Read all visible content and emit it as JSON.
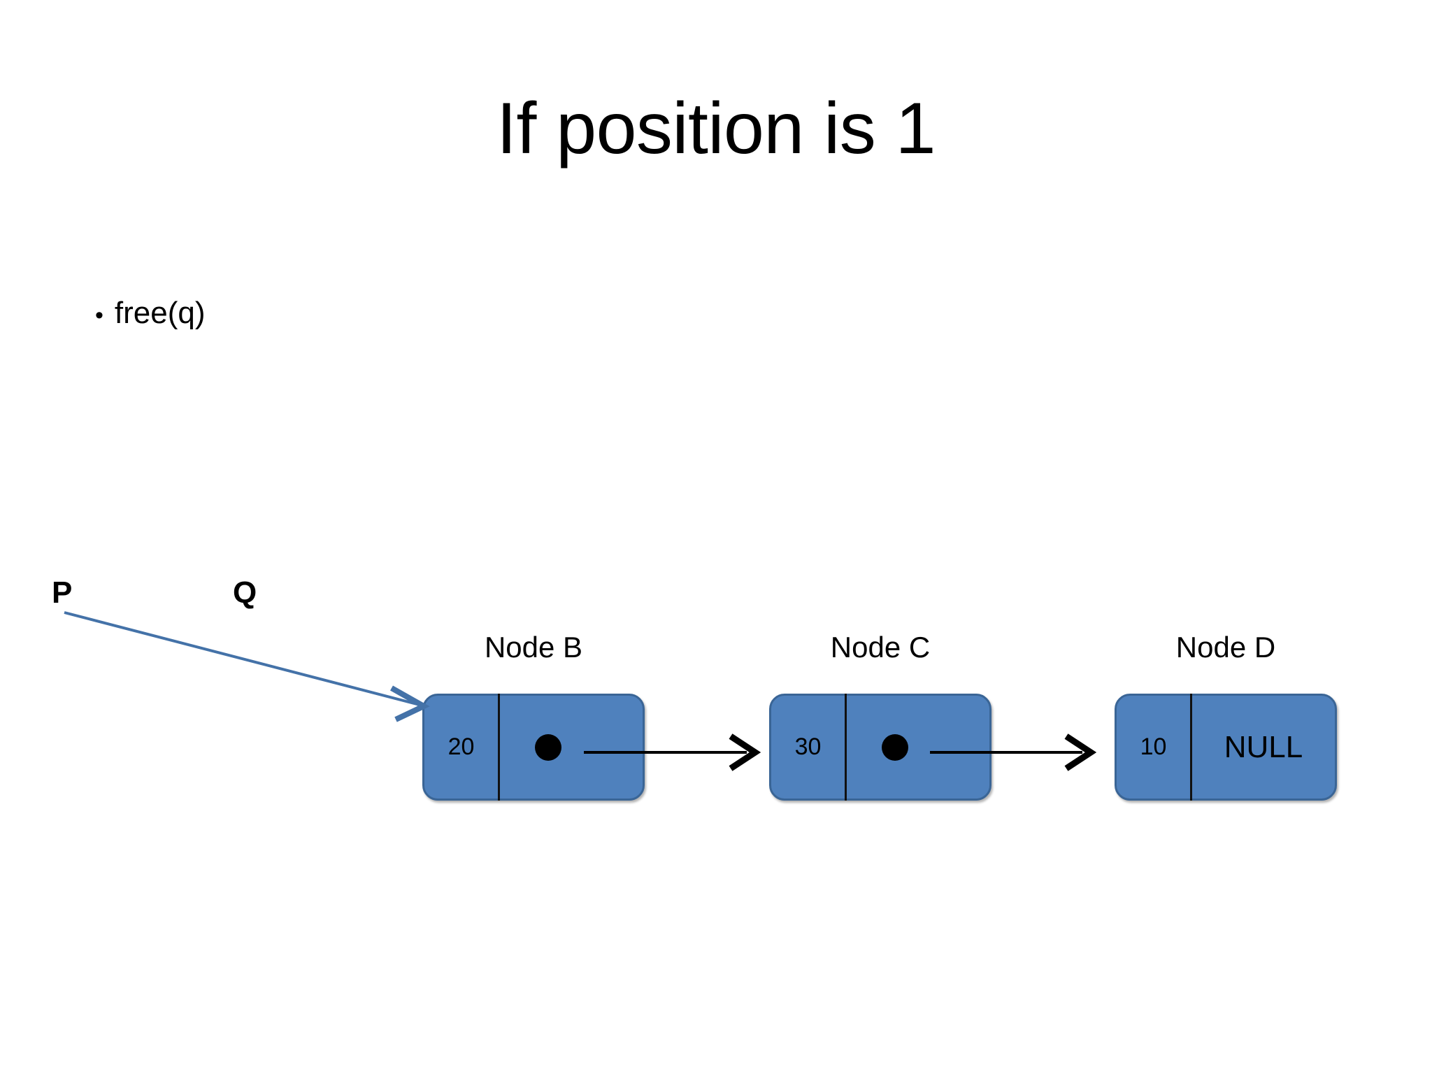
{
  "slide": {
    "title": "If position is 1",
    "background_color": "#FFFFFF"
  },
  "bullets": [
    {
      "marker": "•",
      "text": "free(q)"
    }
  ],
  "pointers": [
    {
      "name": "P",
      "label": "P",
      "points_to": "Node B",
      "arrow_color": "#4472A8",
      "has_arrow": true
    },
    {
      "name": "Q",
      "label": "Q",
      "points_to": null,
      "arrow_color": "#4472A8",
      "has_arrow": false
    }
  ],
  "linked_list": {
    "node_fill_color": "#4F81BD",
    "node_border_color": "#3A6596",
    "link_arrow_color": "#000000",
    "nodes": [
      {
        "label": "Node B",
        "data": "20",
        "next": "pointer-dot",
        "next_text": ""
      },
      {
        "label": "Node C",
        "data": "30",
        "next": "pointer-dot",
        "next_text": ""
      },
      {
        "label": "Node D",
        "data": "10",
        "next": "null",
        "next_text": "NULL"
      }
    ],
    "links": [
      {
        "from": "Node B",
        "to": "Node C"
      },
      {
        "from": "Node C",
        "to": "Node D"
      }
    ]
  }
}
